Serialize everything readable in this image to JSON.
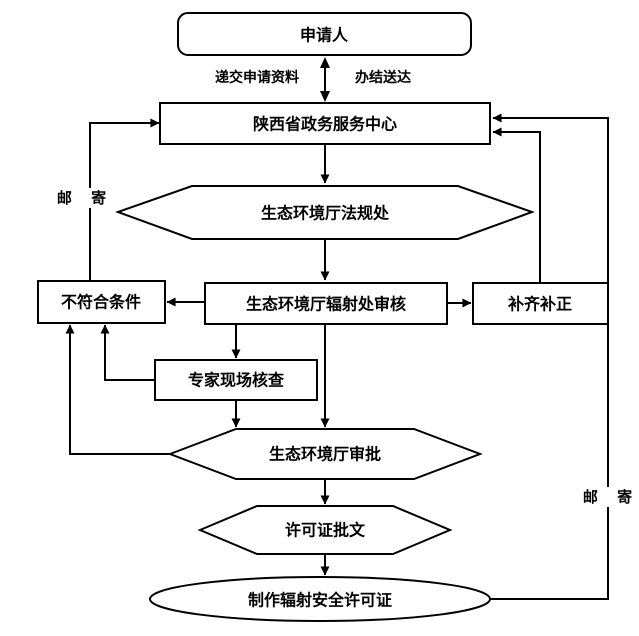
{
  "diagram": {
    "background": "#ffffff",
    "stroke_color": "#000000",
    "node_fill": "#ffffff",
    "text_color": "#000000",
    "nodes": {
      "applicant": "申请人",
      "service_center": "陕西省政务服务中心",
      "legal_dept": "生态环境厅法规处",
      "radiation_review": "生态环境厅辐射处审核",
      "not_qualified": "不符合条件",
      "supplement": "补齐补正",
      "expert_check": "专家现场核查",
      "approval": "生态环境厅审批",
      "permit_doc": "许可证批文",
      "make_license": "制作辐射安全许可证"
    },
    "edge_labels": {
      "submit": "递交申请资料",
      "deliver": "办结送达",
      "mail_left": "邮 寄",
      "mail_right": "邮 寄"
    }
  }
}
